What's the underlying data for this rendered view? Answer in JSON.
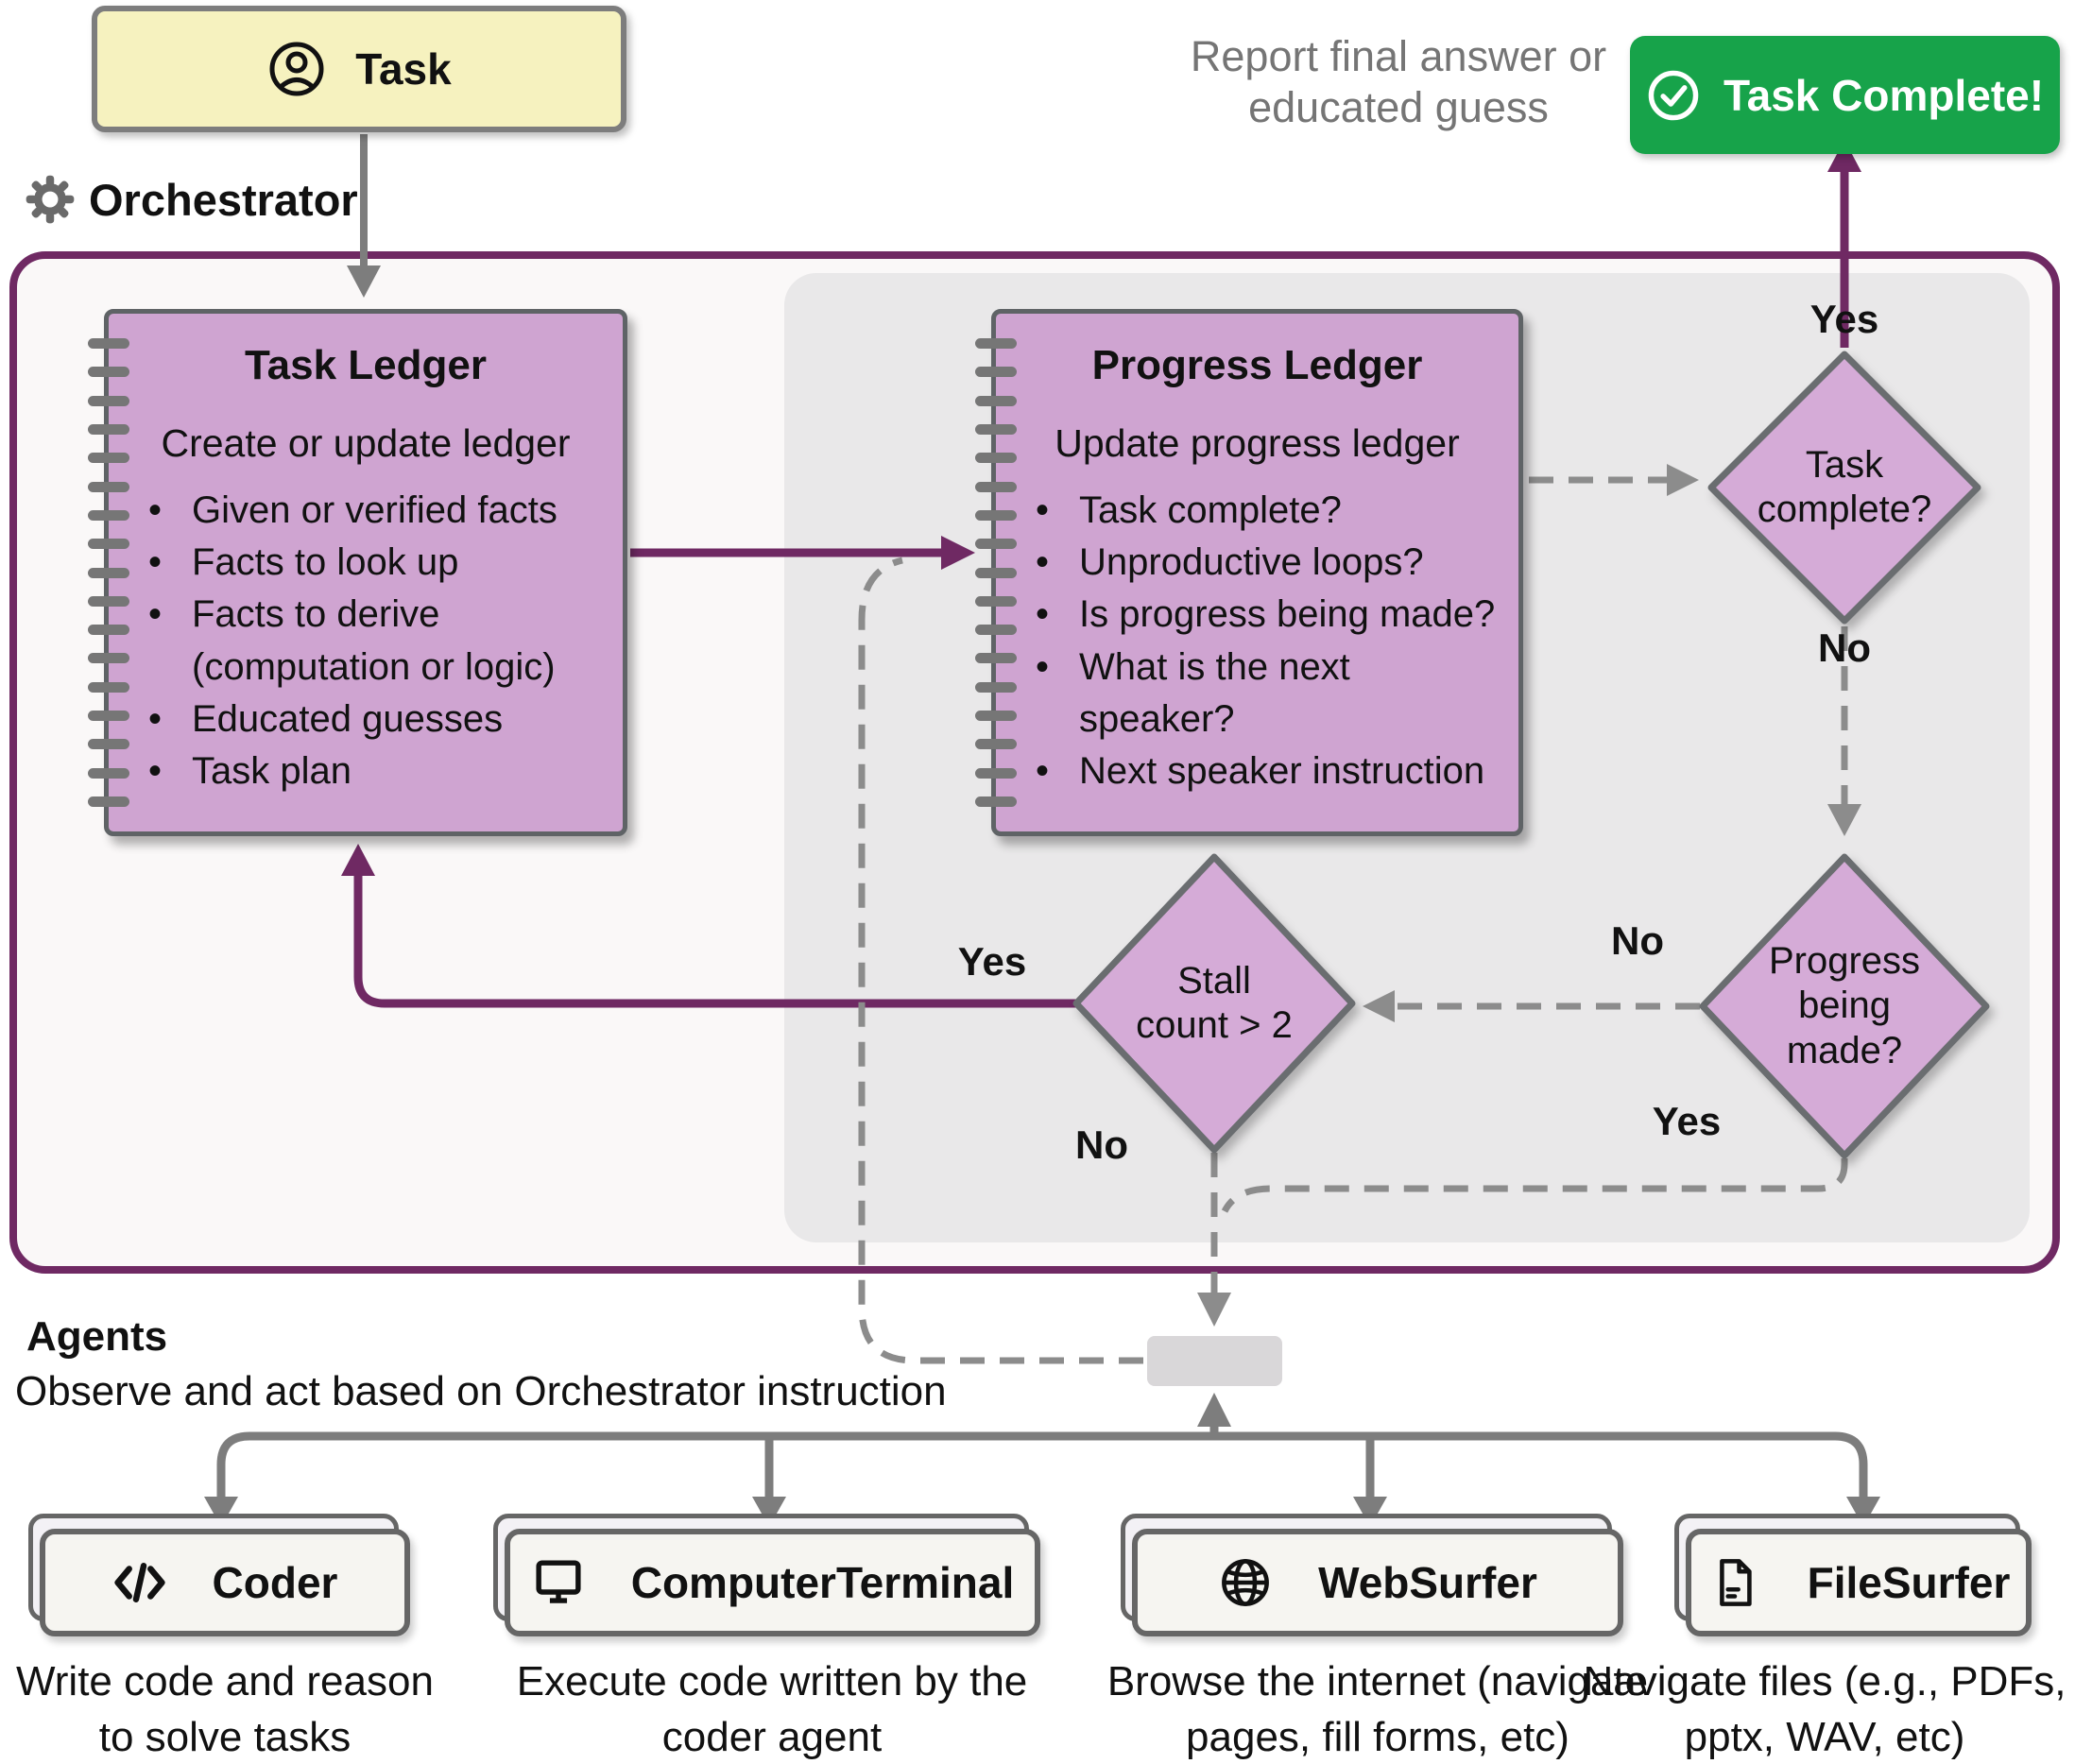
{
  "task_box": {
    "label": "Task",
    "icon": "user-icon"
  },
  "orchestrator": {
    "label": "Orchestrator",
    "icon": "gear-icon",
    "task_ledger": {
      "title": "Task Ledger",
      "subtitle": "Create or update ledger",
      "bullets": [
        "Given or verified facts",
        "Facts to look up",
        "Facts to derive (computation or logic)",
        "Educated guesses",
        "Task plan"
      ]
    },
    "progress_ledger": {
      "title": "Progress Ledger",
      "subtitle": "Update progress ledger",
      "bullets": [
        "Task complete?",
        "Unproductive loops?",
        "Is progress being made?",
        "What is the next speaker?",
        "Next speaker instruction"
      ]
    },
    "decisions": {
      "task_complete": {
        "label": "Task complete?",
        "yes_label": "Yes",
        "no_label": "No"
      },
      "progress_being_made": {
        "label": "Progress being made?",
        "yes_label": "Yes",
        "no_label": "No"
      },
      "stall_count": {
        "label": "Stall count > 2",
        "yes_label": "Yes",
        "no_label": "No"
      }
    }
  },
  "outcome": {
    "report_note": "Report final answer or educated guess",
    "complete_button": {
      "label": "Task Complete!",
      "icon": "check-circle-icon"
    }
  },
  "agents": {
    "heading": "Agents",
    "subheading": "Observe and act based on Orchestrator instruction",
    "items": [
      {
        "name": "Coder",
        "icon": "code-icon",
        "description": "Write code and reason to solve tasks"
      },
      {
        "name": "ComputerTerminal",
        "icon": "terminal-icon",
        "description": "Execute code written by the coder agent"
      },
      {
        "name": "WebSurfer",
        "icon": "globe-icon",
        "description": "Browse the internet (navigate pages, fill forms, etc)"
      },
      {
        "name": "FileSurfer",
        "icon": "file-icon",
        "description": "Navigate files (e.g., PDFs, pptx, WAV, etc)"
      }
    ]
  },
  "colors": {
    "accent_purple": "#6f2963",
    "success_green": "#17a34a",
    "ledger_fill": "#cfa4d1",
    "diamond_fill": "#d5abd7",
    "task_fill": "#f6f2bf",
    "panel_gray": "#e9e8e9",
    "arrow_gray": "#7d7d7d",
    "dashed_gray": "#8c8c8c"
  }
}
